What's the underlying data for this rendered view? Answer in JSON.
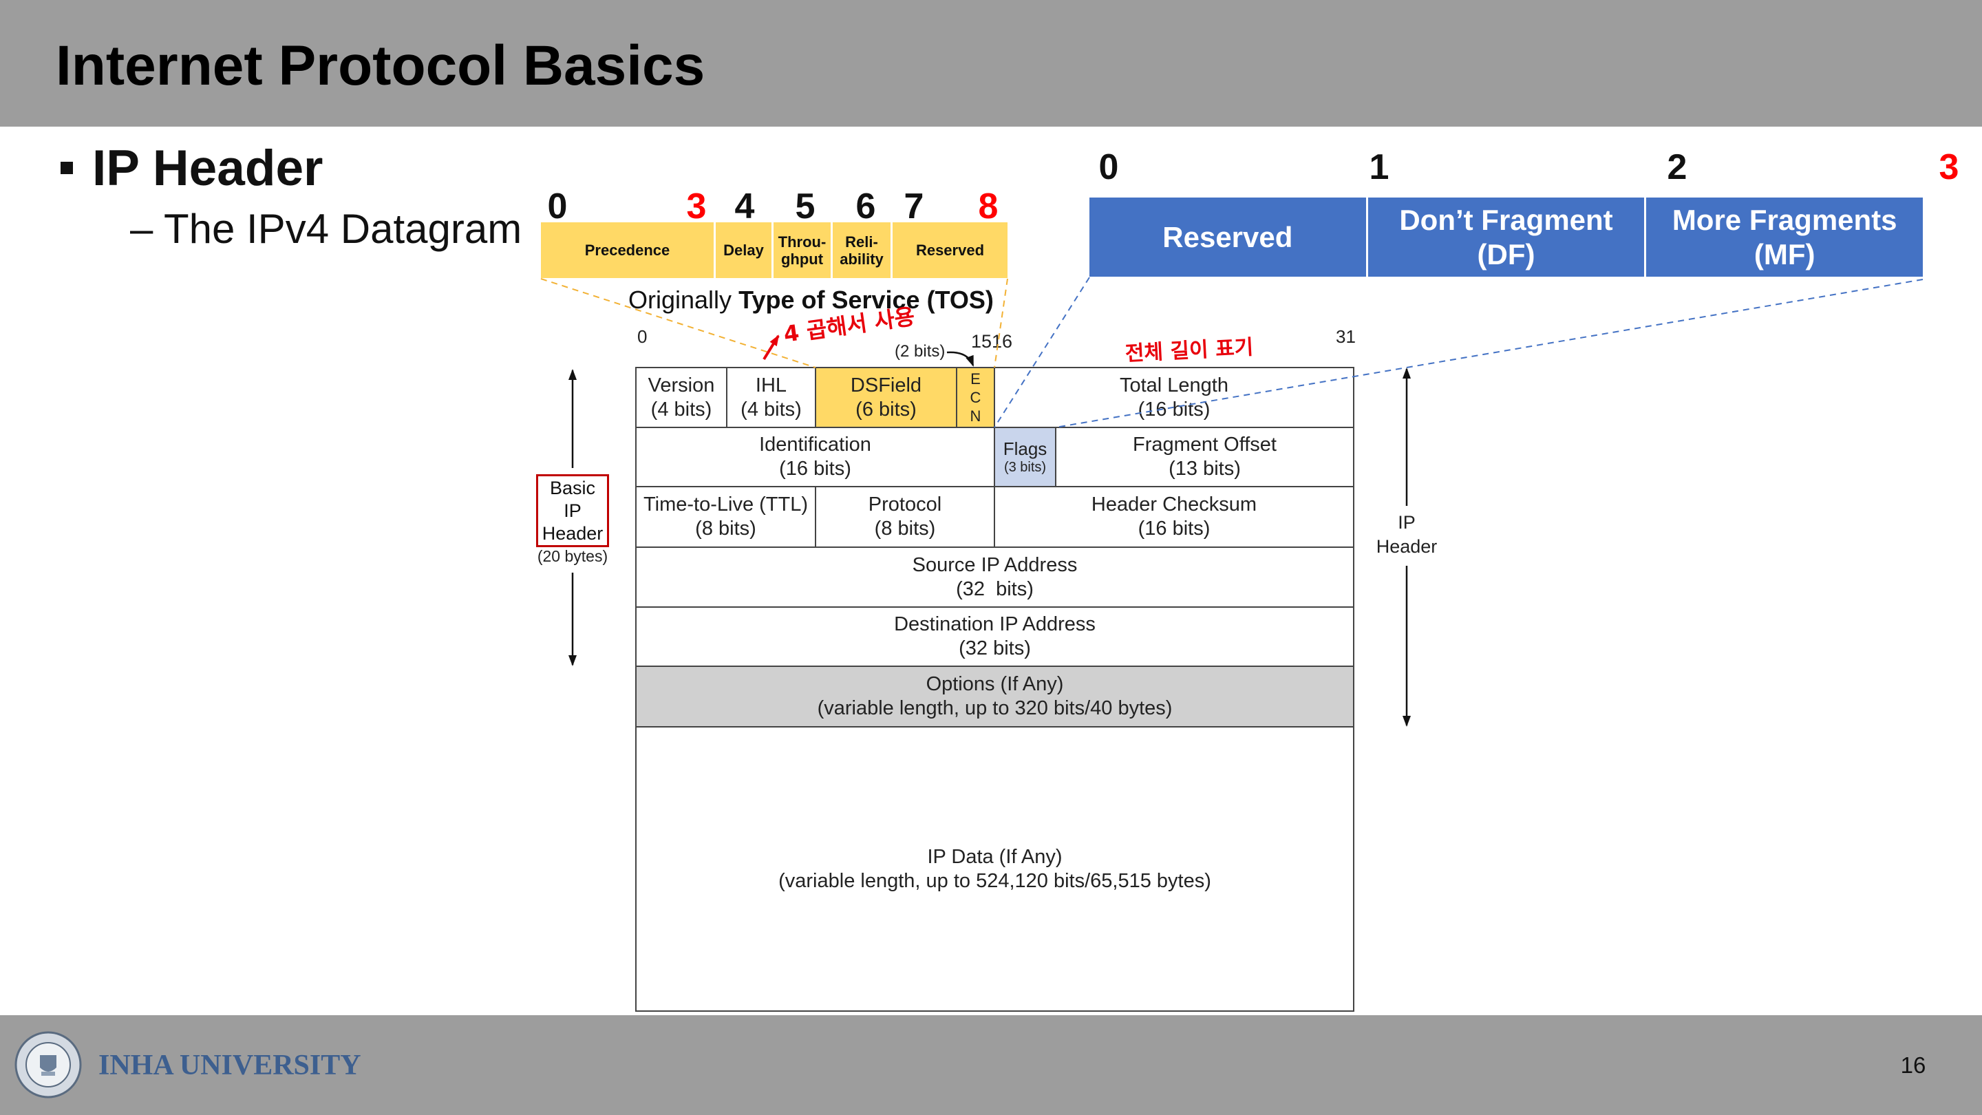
{
  "header": {
    "title": "Internet Protocol Basics"
  },
  "body": {
    "bullet": "IP Header",
    "sub_bullet": "– The IPv4 Datagram"
  },
  "tos": {
    "bits": [
      "0",
      "3",
      "4",
      "5",
      "6",
      "7",
      "8"
    ],
    "fields": [
      {
        "lines": [
          "Precedence"
        ]
      },
      {
        "lines": [
          "Delay"
        ]
      },
      {
        "lines": [
          "Throu-",
          "ghput"
        ]
      },
      {
        "lines": [
          "Reli-",
          "ability"
        ]
      },
      {
        "lines": [
          "Reserved"
        ]
      }
    ],
    "caption_prefix": "Originally",
    "caption_bold": "Type of Service (TOS)"
  },
  "flags": {
    "bits": [
      "0",
      "1",
      "2",
      "3"
    ],
    "fields": [
      {
        "lines": [
          "Reserved"
        ]
      },
      {
        "lines": [
          "Don’t Fragment",
          "(DF)"
        ]
      },
      {
        "lines": [
          "More Fragments",
          "(MF)"
        ]
      }
    ]
  },
  "diagram": {
    "top_labels": {
      "bit0": "0",
      "ecn_bits": "(2 bits)",
      "bit15_16": "1516",
      "bit31": "31"
    },
    "fields": {
      "version": {
        "name": "Version",
        "size": "(4 bits)"
      },
      "ihl": {
        "name": "IHL",
        "size": "(4 bits)"
      },
      "dsfield": {
        "name": "DSField",
        "size": "(6 bits)"
      },
      "ecn": {
        "letters": [
          "E",
          "C",
          "N"
        ]
      },
      "total_length": {
        "name": "Total Length",
        "size": "(16 bits)"
      },
      "identification": {
        "name": "Identification",
        "size": "(16 bits)"
      },
      "flags": {
        "name": "Flags",
        "size": "(3 bits)"
      },
      "fragment_offset": {
        "name": "Fragment Offset",
        "size": "(13 bits)"
      },
      "ttl": {
        "name": "Time-to-Live (TTL)",
        "size": "(8 bits)"
      },
      "protocol": {
        "name": "Protocol",
        "size": "(8 bits)"
      },
      "header_checksum": {
        "name": "Header Checksum",
        "size": "(16 bits)"
      },
      "source_ip": {
        "name": "Source IP Address",
        "size": "(32  bits)"
      },
      "destination_ip": {
        "name": "Destination IP Address",
        "size": "(32 bits)"
      },
      "options": {
        "name": "Options (If Any)",
        "size": "(variable length, up to 320 bits/40 bytes)"
      },
      "ip_data": {
        "name": "IP Data (If Any)",
        "size": "(variable length, up to 524,120 bits/65,515 bytes)"
      }
    },
    "basic_header": {
      "lines": [
        "Basic",
        "IP",
        "Header"
      ],
      "size": "(20 bytes)"
    },
    "ip_header": {
      "lines": [
        "IP",
        "Header"
      ]
    }
  },
  "annotations": {
    "ihl_note": "4 곱해서 사용",
    "total_length_note": "전체 길이 표기"
  },
  "footer": {
    "university": "INHA UNIVERSITY",
    "page_number": "16"
  },
  "colors": {
    "bar_gray": "#9d9d9d",
    "tos_yellow": "#ffd966",
    "tos_dash": "#f2b134",
    "flags_blue": "#4472c4",
    "flags_cell_blue": "#c9d5ec",
    "options_gray": "#d0d0d0",
    "highlight_red": "#ff0000",
    "annotation_red": "#e8000b",
    "label_box_red": "#c00000",
    "university_blue": "#3d5f8f"
  }
}
